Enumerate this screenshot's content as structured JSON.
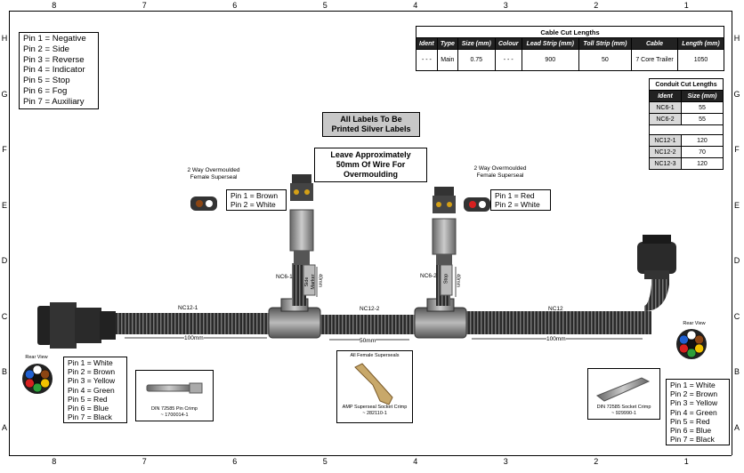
{
  "frame": {
    "columns": [
      "8",
      "7",
      "6",
      "5",
      "4",
      "3",
      "2",
      "1"
    ],
    "rows": [
      "H",
      "G",
      "F",
      "E",
      "D",
      "C",
      "B",
      "A"
    ]
  },
  "pin_legend_top": [
    "Pin 1 = Negative",
    "Pin 2 = Side",
    "Pin 3 = Reverse",
    "Pin 4 = Indicator",
    "Pin 5 = Stop",
    "Pin 6 = Fog",
    "Pin 7 = Auxiliary"
  ],
  "cable_table": {
    "title": "Cable Cut Lengths",
    "headers": [
      "Ident",
      "Type",
      "Size (mm)",
      "Colour",
      "Lead Strip (mm)",
      "Toll Strip (mm)",
      "Cable",
      "Length (mm)"
    ],
    "row": [
      "- - -",
      "Main",
      "0.75",
      "- - -",
      "900",
      "50",
      "7 Core Trailer",
      "1050"
    ]
  },
  "conduit_table": {
    "title": "Conduit Cut Lengths",
    "headers": [
      "Ident",
      "Size (mm)"
    ],
    "rows1": [
      [
        "NC6-1",
        "55"
      ],
      [
        "NC6-2",
        "55"
      ]
    ],
    "rows2": [
      [
        "NC12-1",
        "120"
      ],
      [
        "NC12-2",
        "70"
      ],
      [
        "NC12-3",
        "120"
      ]
    ]
  },
  "notes": {
    "labels": "All Labels To Be Printed Silver Labels",
    "leave": "Leave Approximately 50mm Of Wire For Overmoulding"
  },
  "left_branch": {
    "title": "2 Way Overmoulded Female Superseal",
    "pins": [
      "Pin 1 = Brown",
      "Pin 2 = White"
    ],
    "conduit": "NC6-1",
    "marker": "Side Marker",
    "dim": "40mm"
  },
  "right_branch": {
    "title": "2 Way Overmoulded Female Superseal",
    "pins": [
      "Pin 1 = Red",
      "Pin 2 = White"
    ],
    "conduit": "NC6-2",
    "marker": "Stop",
    "dim": "40mm"
  },
  "conduits": {
    "c1": "NC12-1",
    "c2": "NC12-2",
    "c3": "NC12",
    "dim1": "100mm",
    "dim2": "50mm",
    "dim3": "100mm"
  },
  "pin_legend_left": [
    "Pin 1 = White",
    "Pin 2 = Brown",
    "Pin 3 = Yellow",
    "Pin 4 = Green",
    "Pin 5 = Red",
    "Pin 6 = Blue",
    "Pin 7 = Black"
  ],
  "pin_legend_right": [
    "Pin 1 = White",
    "Pin 2 = Brown",
    "Pin 3 = Yellow",
    "Pin 4 = Green",
    "Pin 5 = Red",
    "Pin 6 = Blue",
    "Pin 7 = Black"
  ],
  "crimps": {
    "left": "DIN 72585 Pin Crimp\n~ 1700014-1",
    "middle_title": "All Female Superseals",
    "middle": "AMP Superseal Socket Crimp\n~ 282110-1",
    "right": "DIN 72585 Socket Crimp\n~ 929990-1"
  },
  "rear_view": "Rear View",
  "colors": {
    "pin_white": "#ffffff",
    "pin_brown": "#8b4513",
    "pin_yellow": "#f2c200",
    "pin_green": "#2e9e3a",
    "pin_red": "#d62020",
    "pin_blue": "#2060d0",
    "pin_black": "#111111"
  }
}
